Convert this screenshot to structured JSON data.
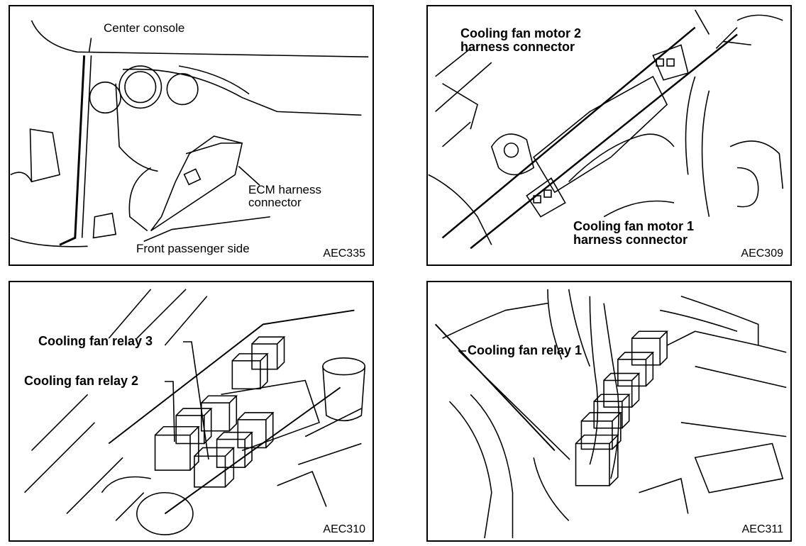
{
  "panels": [
    {
      "id": "AEC335",
      "labels": {
        "center_console": "Center console",
        "ecm_line1": "ECM harness",
        "ecm_line2": "connector",
        "front_side": "Front passenger side"
      }
    },
    {
      "id": "AEC309",
      "labels": {
        "motor2_line1": "Cooling fan motor 2",
        "motor2_line2": "harness connector",
        "motor1_line1": "Cooling fan motor 1",
        "motor1_line2": "harness connector"
      }
    },
    {
      "id": "AEC310",
      "labels": {
        "relay3": "Cooling fan relay 3",
        "relay2": "Cooling fan relay 2"
      }
    },
    {
      "id": "AEC311",
      "labels": {
        "relay1": "Cooling fan relay 1"
      }
    }
  ]
}
